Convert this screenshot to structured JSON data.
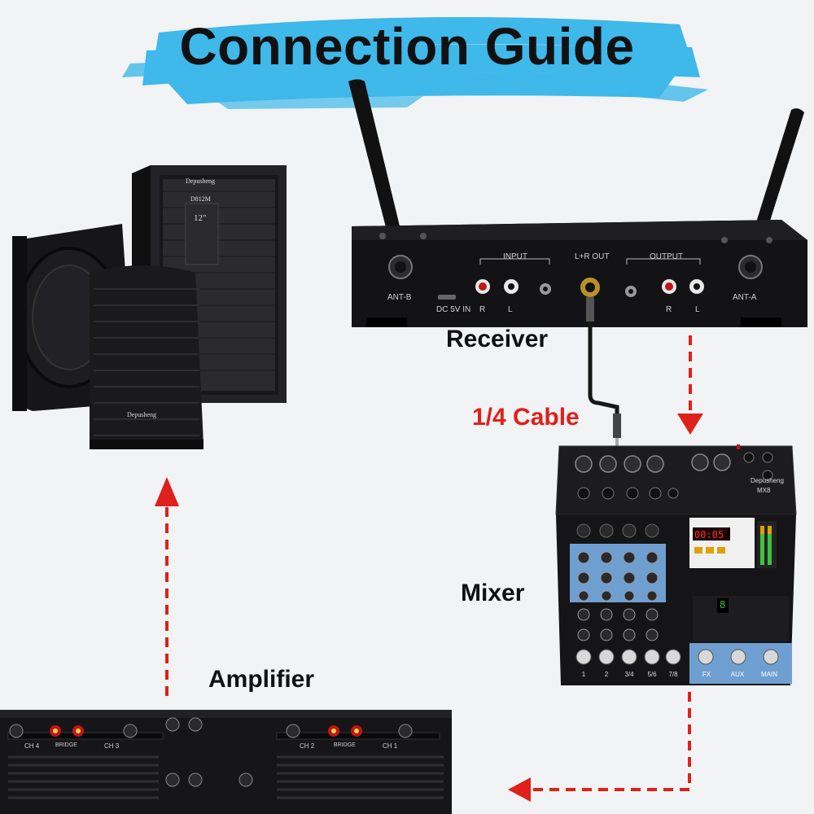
{
  "title": "Connection Guide",
  "labels": {
    "receiver": "Receiver",
    "cable": "1/4 Cable",
    "mixer": "Mixer",
    "amplifier": "Amplifier"
  },
  "receiver": {
    "input": "INPUT",
    "lr_out": "L+R OUT",
    "output": "OUTPUT",
    "ant_b": "ANT-B",
    "ant_a": "ANT-A",
    "dc_in": "DC 5V IN",
    "r": "R",
    "l": "L"
  },
  "speakers": {
    "brand": "Depusheng",
    "model": "D812M",
    "size": "12\""
  },
  "mixer": {
    "brand": "Depusheng",
    "model": "MX8",
    "display": "00:05",
    "fx_number": "8",
    "channels": [
      "1",
      "2",
      "3/4",
      "5/6",
      "7/8"
    ],
    "sections": [
      "FX",
      "AUX",
      "MAIN"
    ]
  },
  "amplifier": {
    "ch4": "CH 4",
    "ch3": "CH 3",
    "ch2": "CH 2",
    "ch1": "CH 1",
    "bridge": "BRIDGE"
  },
  "colors": {
    "accent_red": "#e0201a",
    "brush_blue": "#3fb8ea",
    "device_black": "#1b1b1d"
  }
}
